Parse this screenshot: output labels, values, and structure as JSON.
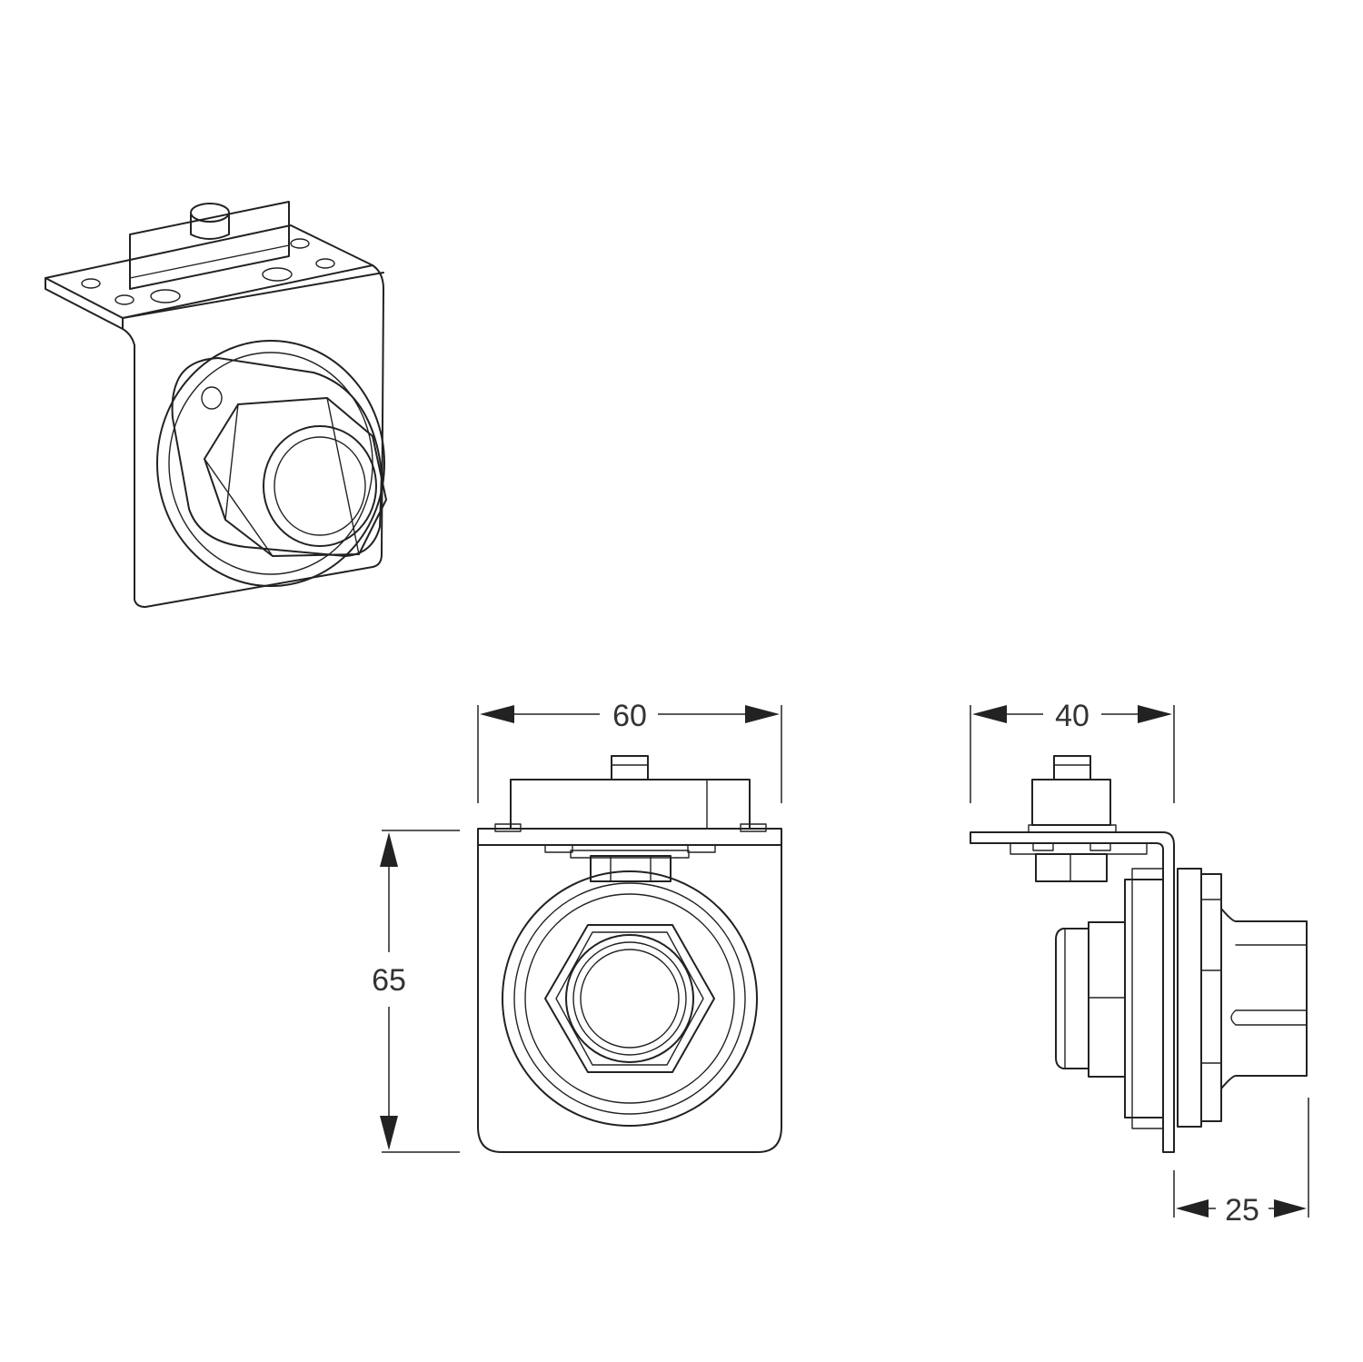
{
  "dimensions": {
    "front_width": "60",
    "front_height": "65",
    "side_width": "40",
    "side_depth": "25"
  },
  "colors": {
    "line": "#222222",
    "background": "#ffffff"
  }
}
